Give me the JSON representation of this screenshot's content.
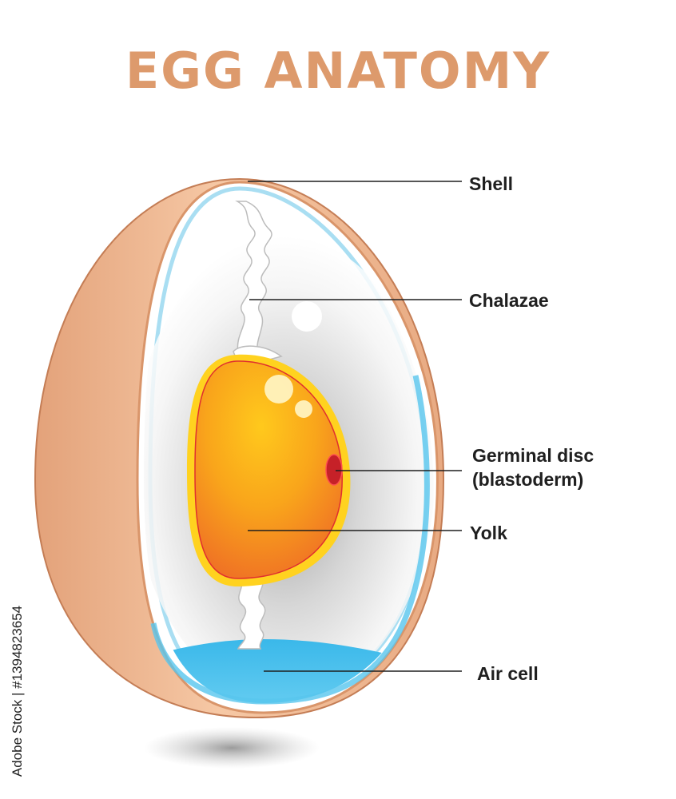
{
  "title": "EGG ANATOMY",
  "labels": {
    "shell": "Shell",
    "chalazae": "Chalazae",
    "germinal_disc_line1": "Germinal disc",
    "germinal_disc_line2": "(blastoderm)",
    "yolk": "Yolk",
    "air_cell": "Air cell"
  },
  "stock_id": "Adobe Stock | #1394823654",
  "colors": {
    "title": "#dd9a6c",
    "shell": "#d9956a",
    "yolk_inner": "#fbb317",
    "yolk_outer": "#f07b23",
    "air_cell": "#4ec1ec",
    "germinal_disc": "#c62128",
    "label_text": "#1f1f1f"
  }
}
